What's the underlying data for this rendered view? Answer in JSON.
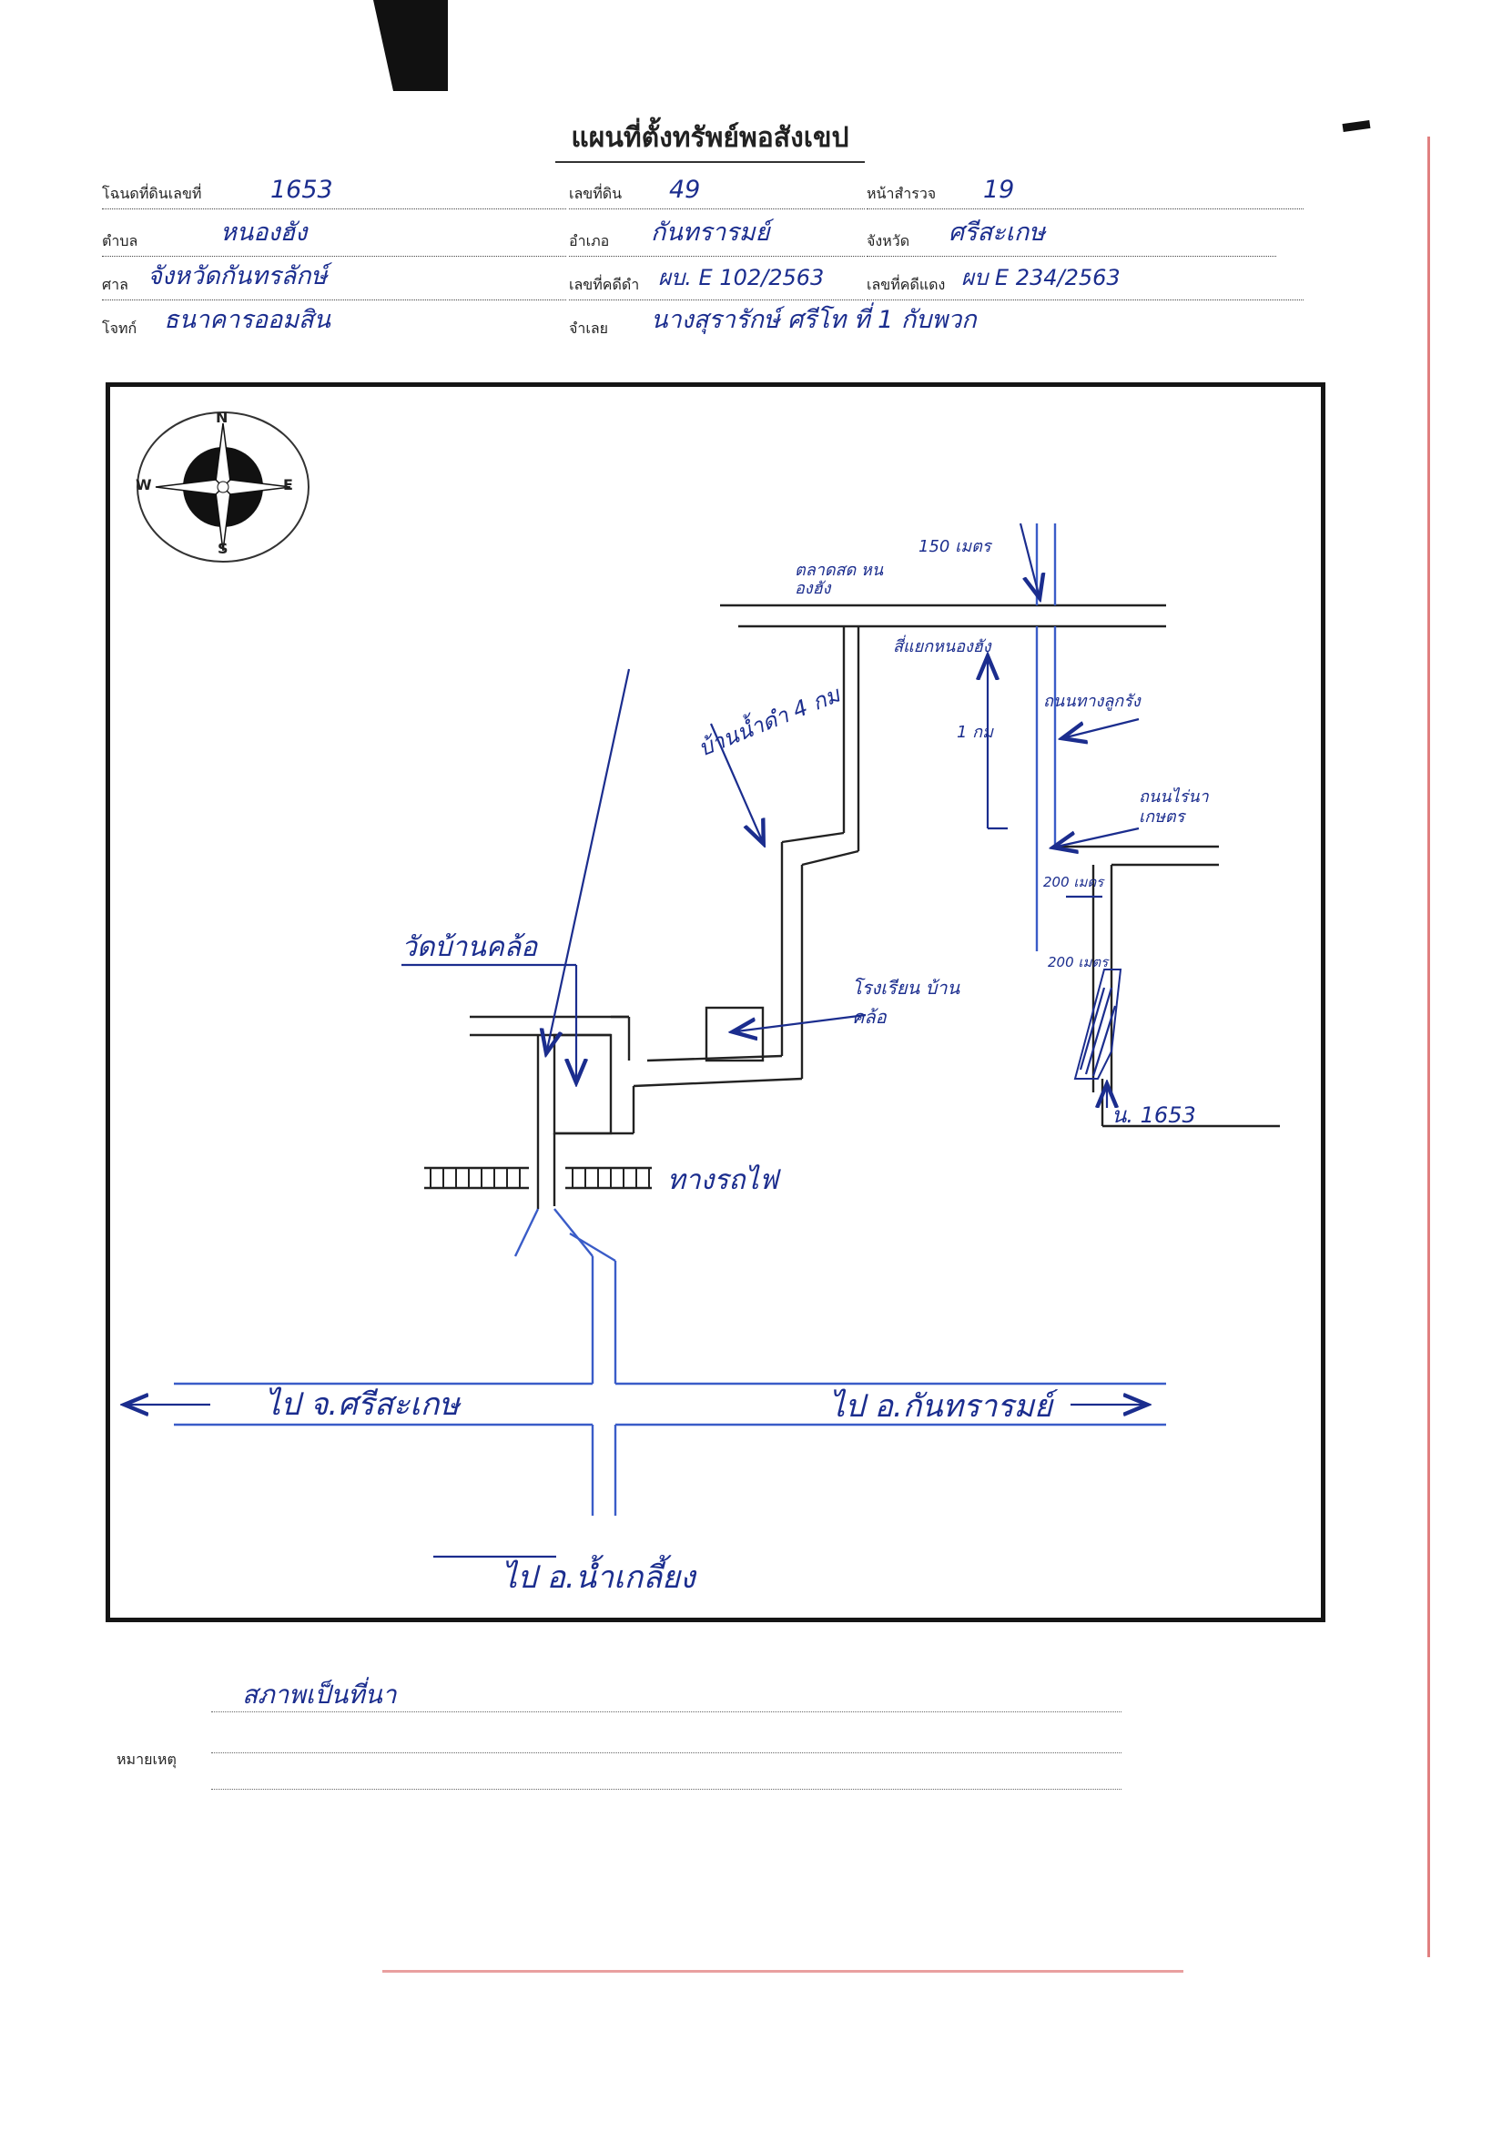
{
  "document": {
    "title": "แผนที่ตั้งทรัพย์พอสังเขป",
    "fields": {
      "deed_label": "โฉนดที่ดินเลขที่",
      "deed_value": "1653",
      "land_no_label": "เลขที่ดิน",
      "land_no_value": "49",
      "survey_page_label": "หน้าสำรวจ",
      "survey_page_value": "19",
      "subdistrict_label": "ตำบล",
      "subdistrict_value": "หนองฮัง",
      "district_label": "อำเภอ",
      "district_value": "กันทรารมย์",
      "province_label": "จังหวัด",
      "province_value": "ศรีสะเกษ",
      "court_label": "ศาล",
      "court_value": "จังหวัดกันทรลักษ์",
      "black_case_label": "เลขที่คดีดำ",
      "black_case_value": "ผบ. E 102/2563",
      "red_case_label": "เลขที่คดีแดง",
      "red_case_value": "ผบ E 234/2563",
      "plaintiff_label": "โจทก์",
      "plaintiff_value": "ธนาคารออมสิน",
      "defendant_label": "จำเลย",
      "defendant_value": "นางสุรารักษ์ ศรีโท ที่ 1 กับพวก"
    },
    "remarks_label": "หมายเหตุ",
    "remarks_value": "สภาพเป็นที่นา"
  },
  "map": {
    "compass": {
      "n": "N",
      "e": "E",
      "s": "S",
      "w": "W"
    },
    "labels": {
      "temple": "วัดบ้านคล้อ",
      "school": "โรงเรียน บ้านคล้อ",
      "railway": "ทางรถไฟ",
      "to_sisaket": "ไป จ.ศรีสะเกษ",
      "to_kantharom": "ไป อ.กันทรารมย์",
      "to_south": "ไป อ.น้ำเกลี้ยง",
      "market": "ตลาดสด หนองฮัง",
      "nong_hang_junction": "สี่แยกหนองฮัง",
      "black_water_4km": "บ้านน้ำดำ 4 กม",
      "dist_150m": "150 เมตร",
      "dist_1km": "1 กม",
      "road_khanom": "ถนนทางลูกรัง",
      "road_laterite": "ถนนไร่นาเกษตร",
      "dist_200m_a": "200 เมตร",
      "dist_200m_b": "200 เมตร",
      "deed_marker": "น. 1653"
    }
  }
}
